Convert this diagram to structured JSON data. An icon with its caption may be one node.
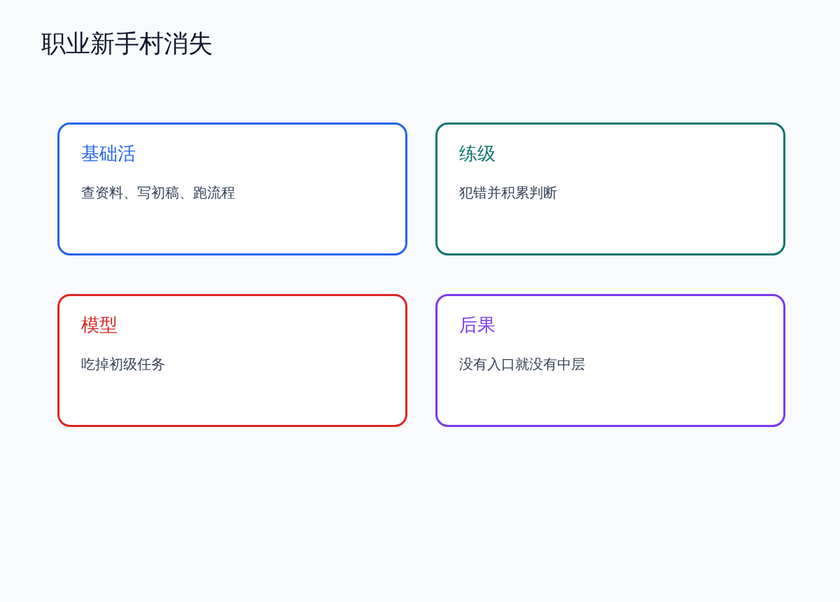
{
  "diagram": {
    "title": "职业新手村消失",
    "nodes": [
      {
        "text": [
          "基础活",
          "查资料、写初稿、跑流程"
        ]
      },
      {
        "text": [
          "练级",
          "犯错并积累判断"
        ]
      },
      {
        "text": [
          "模型",
          "吃掉初级任务"
        ]
      },
      {
        "text": [
          "后果",
          "没有入口就没有中层"
        ]
      }
    ]
  }
}
